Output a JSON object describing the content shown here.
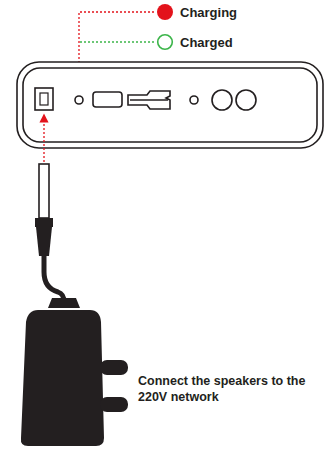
{
  "diagram": {
    "labels": [
      "Connect the speakers to the 220V network"
    ],
    "legend": [
      {
        "text": "Charging",
        "color": "#e3131b"
      },
      {
        "text": "Charged"
      }
    ]
  }
}
